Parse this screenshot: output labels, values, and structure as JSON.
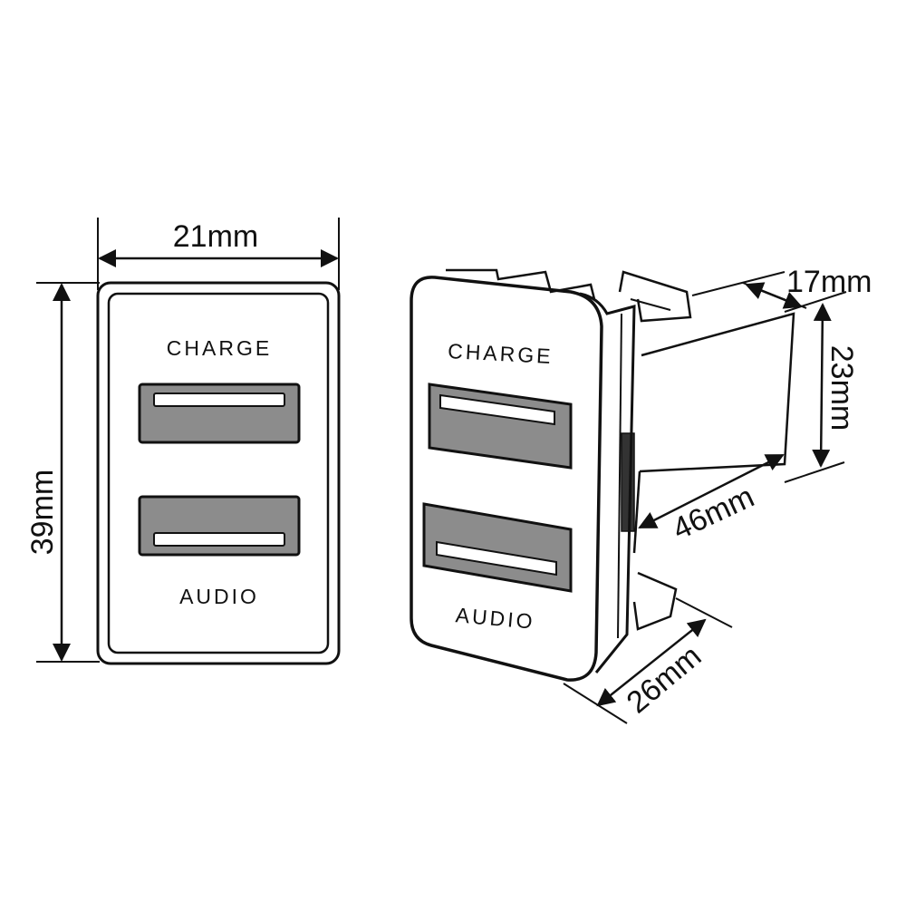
{
  "front_view": {
    "width_label": "21mm",
    "height_label": "39mm",
    "top_port_label": "CHARGE",
    "bottom_port_label": "AUDIO"
  },
  "iso_view": {
    "top_port_label": "CHARGE",
    "bottom_port_label": "AUDIO",
    "depth_label": "17mm",
    "height_label": "23mm",
    "length_label": "46mm",
    "width_label": "26mm"
  }
}
